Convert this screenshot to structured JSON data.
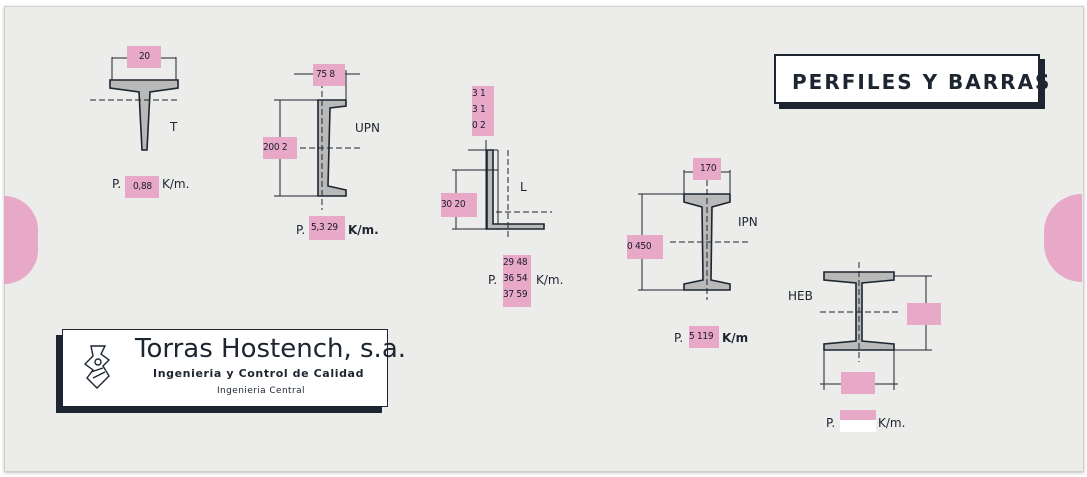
{
  "header": {
    "title": "PERFILES Y BARRAS"
  },
  "company": {
    "name": "Torras Hostench, s.a.",
    "tagline": "Ingenieria y Control de Calidad",
    "department": "Ingenieria Central"
  },
  "profiles": {
    "t": {
      "label": "T",
      "dim_width": "20",
      "weight_prefix": "P.",
      "weight_value": "0,88",
      "weight_unit": "K/m."
    },
    "upn": {
      "label": "UPN",
      "dim_flange": "75  8",
      "dim_height": "200  2",
      "weight_prefix": "P.",
      "weight_value": "5,3  29",
      "weight_unit": "K/m."
    },
    "l": {
      "label": "L",
      "dim_top": [
        "3  1",
        "3  1",
        "0  2"
      ],
      "dim_side": "30  20",
      "weight_prefix": "P.",
      "weight_values": [
        "29  48",
        "36  54",
        "37  59"
      ],
      "weight_unit": "K/m."
    },
    "ipn": {
      "label": "IPN",
      "dim_width": "170",
      "dim_height": "0  450",
      "weight_prefix": "P.",
      "weight_value": "5  119",
      "weight_unit": "K/m"
    },
    "heb": {
      "label": "HEB",
      "weight_prefix": "P.",
      "weight_unit": "K/m."
    }
  }
}
